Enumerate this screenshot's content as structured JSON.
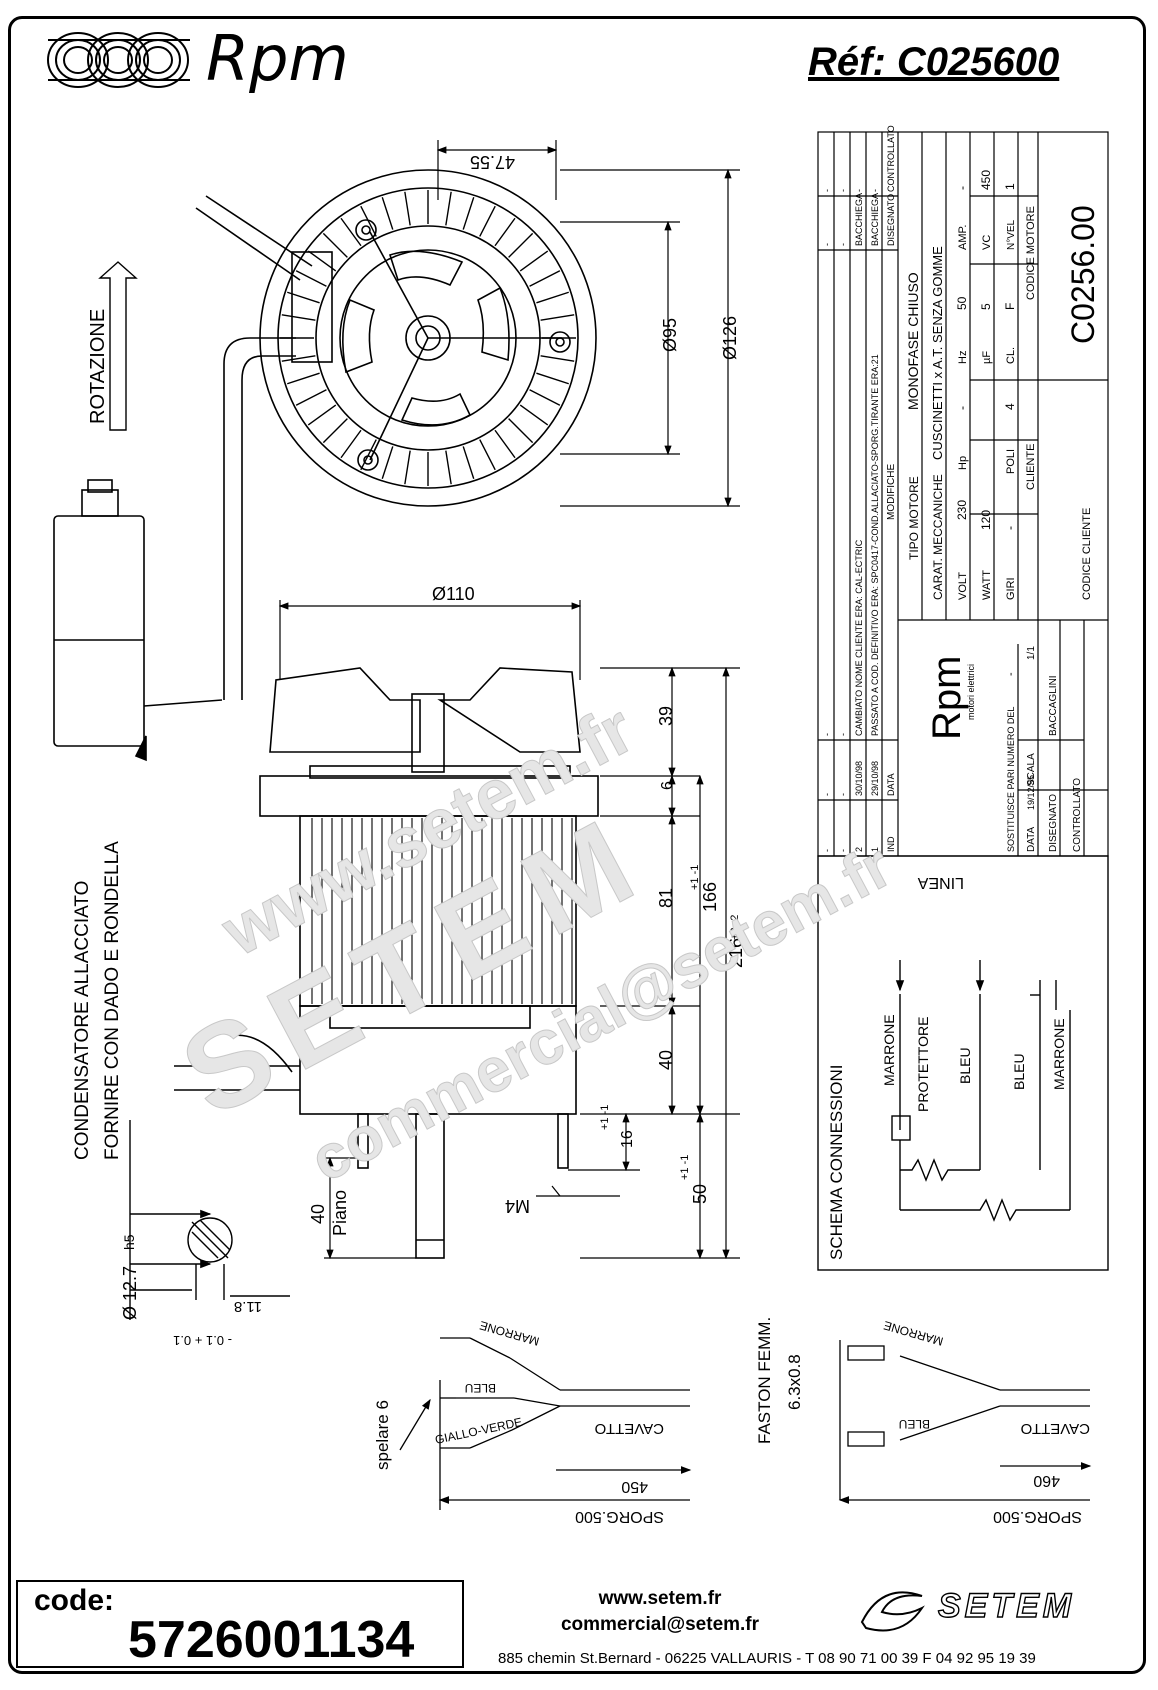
{
  "header": {
    "brand": "Rpm",
    "reference": "Réf:  C025600"
  },
  "drawing": {
    "dim_47_55": "47.55",
    "dim_d95": "Ø95",
    "dim_d126": "Ø126",
    "dim_d110": "Ø110",
    "dim_39": "39",
    "dim_6": "6",
    "dim_81": "81",
    "dim_166": "166",
    "dim_166_tol": "+1  -1",
    "dim_216": "216",
    "dim_216_tol": "+2  -2",
    "dim_40": "40",
    "dim_16": "16",
    "dim_16_tol": "+1  -1",
    "dim_50": "50",
    "dim_50_tol": "+1  -1",
    "dim_40_piano": "40",
    "piano": "Piano",
    "m4": "M4",
    "rotazione": "ROTAZIONE",
    "condensatore": "CONDENSATORE ALLACCIATO",
    "fornire": "FORNIRE CON DADO E RONDELLA",
    "shaft_h5": "h5",
    "shaft_d": "Ø 12.7",
    "shaft_flat": "11.8",
    "shaft_tol": "- 0.1  + 0.1"
  },
  "cable_left": {
    "marrone": "MARRONE",
    "bleu": "BLEU",
    "giallo_verde": "GIALLO-VERDE",
    "cavetto": "CAVETTO",
    "spelare": "spelare 6",
    "len": "450",
    "sporg": "SPORG.500"
  },
  "cable_right": {
    "faston": "FASTON FEMM.",
    "faston_size": "6.3x0.8",
    "marrone": "MARRONE",
    "bleu": "BLEU",
    "cavetto": "CAVETTO",
    "len": "460",
    "sporg": "SPORG.500"
  },
  "schema": {
    "title": "SCHEMA CONNESSIONI",
    "linea": "LINEA",
    "marrone": "MARRONE",
    "protettore": "PROTETTORE",
    "bleu": "BLEU",
    "bleu2": "BLEU",
    "marrone2": "MARRONE"
  },
  "titleblock": {
    "rev_rows": [
      {
        "n": "-",
        "date": "-",
        "text": "-",
        "a": "-",
        "b": "-"
      },
      {
        "n": "-",
        "date": "-",
        "text": "-",
        "a": "-",
        "b": "-"
      },
      {
        "n": "2",
        "date": "30/10/98",
        "text": "CAMBIATO NOME CLIENTE ERA: CAL-ECTRIC",
        "a": "BACCHIEGA",
        "b": "-"
      },
      {
        "n": "1",
        "date": "29/10/98",
        "text": "PASSATO A COD. DEFINITIVO ERA: SPC0417-COND.ALLACIATO-SPORG.TIRANTE ERA:21",
        "a": "BACCHIEGA",
        "b": "-"
      }
    ],
    "rev_header": {
      "n": "IND",
      "date": "DATA",
      "text": "MODIFICHE",
      "a": "DISEGNATO",
      "b": "CONTROLLATO"
    },
    "tipo_motore": "TIPO MOTORE",
    "tipo_value": "MONOFASE CHIUSO",
    "carat": "CARAT. MECCANICHE",
    "carat_value": "CUSCINETTI x A.T. SENZA GOMME",
    "volt_l": "VOLT",
    "volt": "230",
    "hz_l": "Hz",
    "hz": "50",
    "amp_l": "AMP.",
    "amp": "-",
    "watt_l": "WATT",
    "watt": "120",
    "hp_l": "Hp",
    "hp": "-",
    "uf_l": "µF",
    "uf": "5",
    "vc_l": "VC",
    "vc": "450",
    "giri_l": "GIRI",
    "giri": "-",
    "poli_l": "POLI",
    "poli": "4",
    "cl_l": "CL.",
    "cl": "F",
    "nvel_l": "N°VEL",
    "nvel": "1",
    "cliente_l": "CLIENTE",
    "codice_motore_l": "CODICE MOTORE",
    "codice_motore": "C0256.00",
    "codice_cliente_l": "CODICE CLIENTE",
    "logo": "Rpm",
    "logo_sub": "motori elettrici",
    "sostituisce": "SOSTITUISCE PARI NUMERO DEL",
    "sost_val": "-",
    "scala_l": "SCALA",
    "scala": "1/1",
    "data_l": "DATA",
    "data": "19/12/95",
    "disegnato_l": "DISEGNATO",
    "disegnato": "BACCAGLINI",
    "controllato_l": "CONTROLLATO"
  },
  "watermark": {
    "line1": "www.setem.fr",
    "line2": "SETEM",
    "line3": "commercial@setem.fr"
  },
  "footer": {
    "code_label": "code:",
    "code_value": "5726001134",
    "web": "www.setem.fr",
    "email": "commercial@setem.fr",
    "address": "885 chemin St.Bernard  -  06225 VALLAURIS  -  T 08 90 71 00 39   F 04 92 95 19 39",
    "company": "SETEM"
  }
}
